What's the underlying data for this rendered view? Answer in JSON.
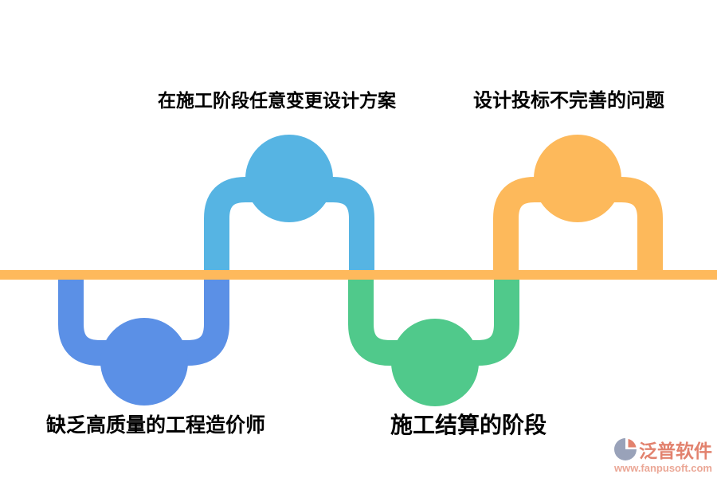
{
  "canvas": {
    "background": "#ffffff"
  },
  "timeline": {
    "axis_color": "#FEB95C",
    "nodes": [
      {
        "id": "node-1",
        "direction": "down",
        "color": "#5B90E6",
        "label": "缺乏高质量的工程造价师"
      },
      {
        "id": "node-2",
        "direction": "up",
        "color": "#56B4E3",
        "label": "在施工阶段任意变更设计方案"
      },
      {
        "id": "node-3",
        "direction": "down",
        "color": "#50C98B",
        "label": "施工结算的阶段"
      },
      {
        "id": "node-4",
        "direction": "up",
        "color": "#FDB95B",
        "label": "设计投标不完善的问题"
      }
    ]
  },
  "watermark": {
    "brand": "泛普软件",
    "url": "www.fanpusoft.com",
    "brand_color": "#E2826E",
    "url_color": "#EBA796",
    "logo_primary_color": "#99A2B9",
    "logo_accent_color": "#E2826E"
  }
}
